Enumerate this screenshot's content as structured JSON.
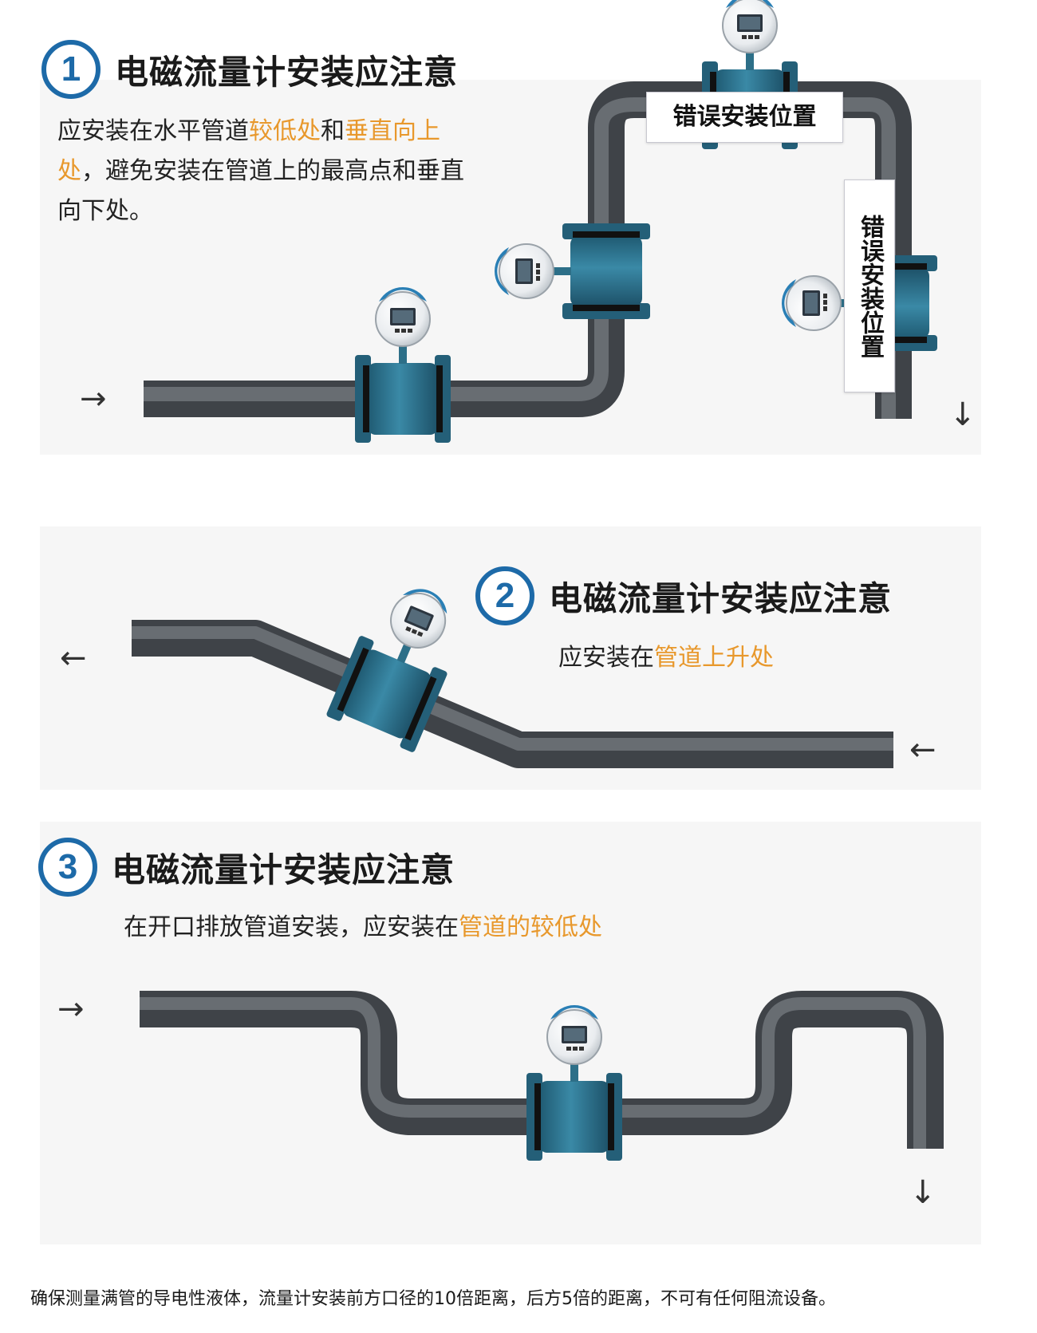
{
  "colors": {
    "accent_blue": "#1d6aa8",
    "highlight_orange": "#e8982c",
    "pipe_gray": "#5c6168",
    "meter_blue": "#2a6f8a"
  },
  "sections": [
    {
      "number": "1",
      "title": "电磁流量计安装应注意",
      "desc_segments": [
        "应安装在水平管道",
        "较低处",
        "和",
        "垂直向上处",
        "，避免安装在管道上的最高点和垂直向下处。"
      ],
      "wrong_labels": [
        "错误安装位置",
        "错误安装位置"
      ],
      "arrows": [
        "→",
        "↓"
      ]
    },
    {
      "number": "2",
      "title": "电磁流量计安装应注意",
      "desc_segments": [
        "应安装在",
        "管道上升处"
      ],
      "arrows": [
        "←",
        "←"
      ]
    },
    {
      "number": "3",
      "title": "电磁流量计安装应注意",
      "desc_segments": [
        "在开口排放管道安装，应安装在",
        "管道的较低处"
      ],
      "arrows": [
        "→",
        "↓"
      ]
    }
  ],
  "footer": "确保测量满管的导电性液体，流量计安装前方口径的10倍距离，后方5倍的距离，不可有任何阻流设备。"
}
